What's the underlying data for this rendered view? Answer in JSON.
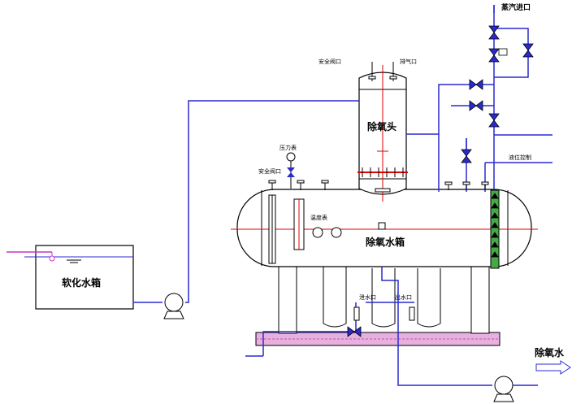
{
  "labels": {
    "steam_inlet": "蒸汽进口",
    "deaerator_head": "除氧头",
    "deaerator_tank": "除氧水箱",
    "soft_water_tank": "软化水箱",
    "deaerated_water": "除氧水",
    "safety_valve_top": "安全阀口",
    "vent_top": "排气口",
    "pressure_gauge": "压力表",
    "safety_valve_tank": "安全阀口",
    "thermometer": "温度表",
    "level_gauge": "液位控制",
    "drain_port": "泄水口",
    "outlet_port": "出水口"
  },
  "colors": {
    "water_pipe": "#2a2ad0",
    "center_line": "#e00000",
    "steam_pipe": "#2a2ad0",
    "foundation_fill": "#e8b0e0",
    "inlet_pipe": "#cc33cc",
    "level_gauge_fill": "#44aa44"
  }
}
